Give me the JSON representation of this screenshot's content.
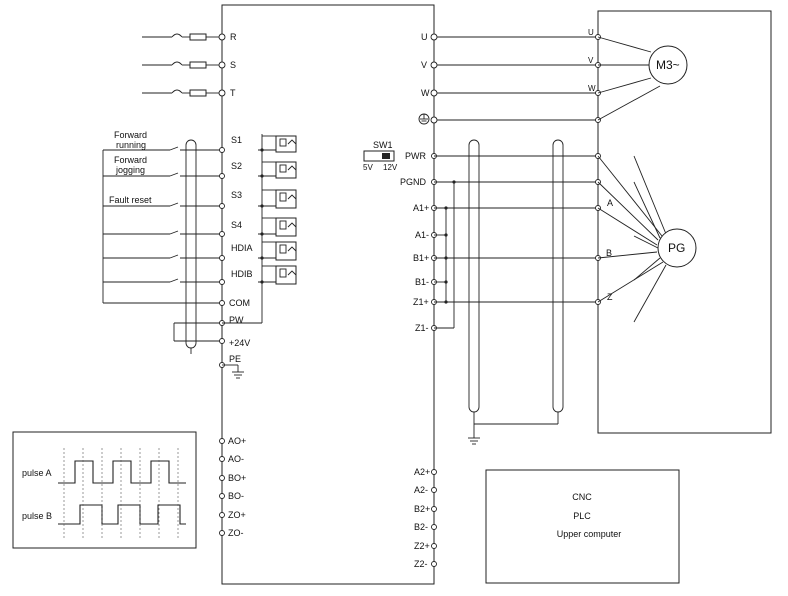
{
  "inverter_power_inputs": [
    "R",
    "S",
    "T"
  ],
  "inverter_motor_outputs": [
    "U",
    "V",
    "W"
  ],
  "digital_inputs": [
    "S1",
    "S2",
    "S3",
    "S4",
    "HDIA",
    "HDIB"
  ],
  "input_labels": {
    "forward_running": [
      "Forward",
      "running"
    ],
    "forward_jogging": [
      "Forward",
      "jogging"
    ],
    "fault_reset": "Fault reset"
  },
  "common_terminals": [
    "COM",
    "PW",
    "+24V",
    "PE"
  ],
  "analog_outputs": [
    "AO+",
    "AO-",
    "BO+",
    "BO-",
    "ZO+",
    "ZO-"
  ],
  "switch": {
    "name": "SW1",
    "option_low": "5V",
    "option_high": "12V"
  },
  "pg_card_terminals": [
    "PWR",
    "PGND",
    "A1+",
    "A1-",
    "B1+",
    "B1-",
    "Z1+",
    "Z1-"
  ],
  "pg_output_terminals": [
    "A2+",
    "A2-",
    "B2+",
    "B2-",
    "Z2+",
    "Z2-"
  ],
  "motor": {
    "label": "M3~",
    "phases": [
      "U",
      "V",
      "W"
    ]
  },
  "encoder": {
    "label": "PG",
    "signals": [
      "A",
      "B",
      "Z"
    ]
  },
  "pulse_chart": {
    "signals": [
      "pulse A",
      "pulse B"
    ]
  },
  "controller": {
    "lines": [
      "CNC",
      "PLC",
      "Upper computer"
    ]
  }
}
